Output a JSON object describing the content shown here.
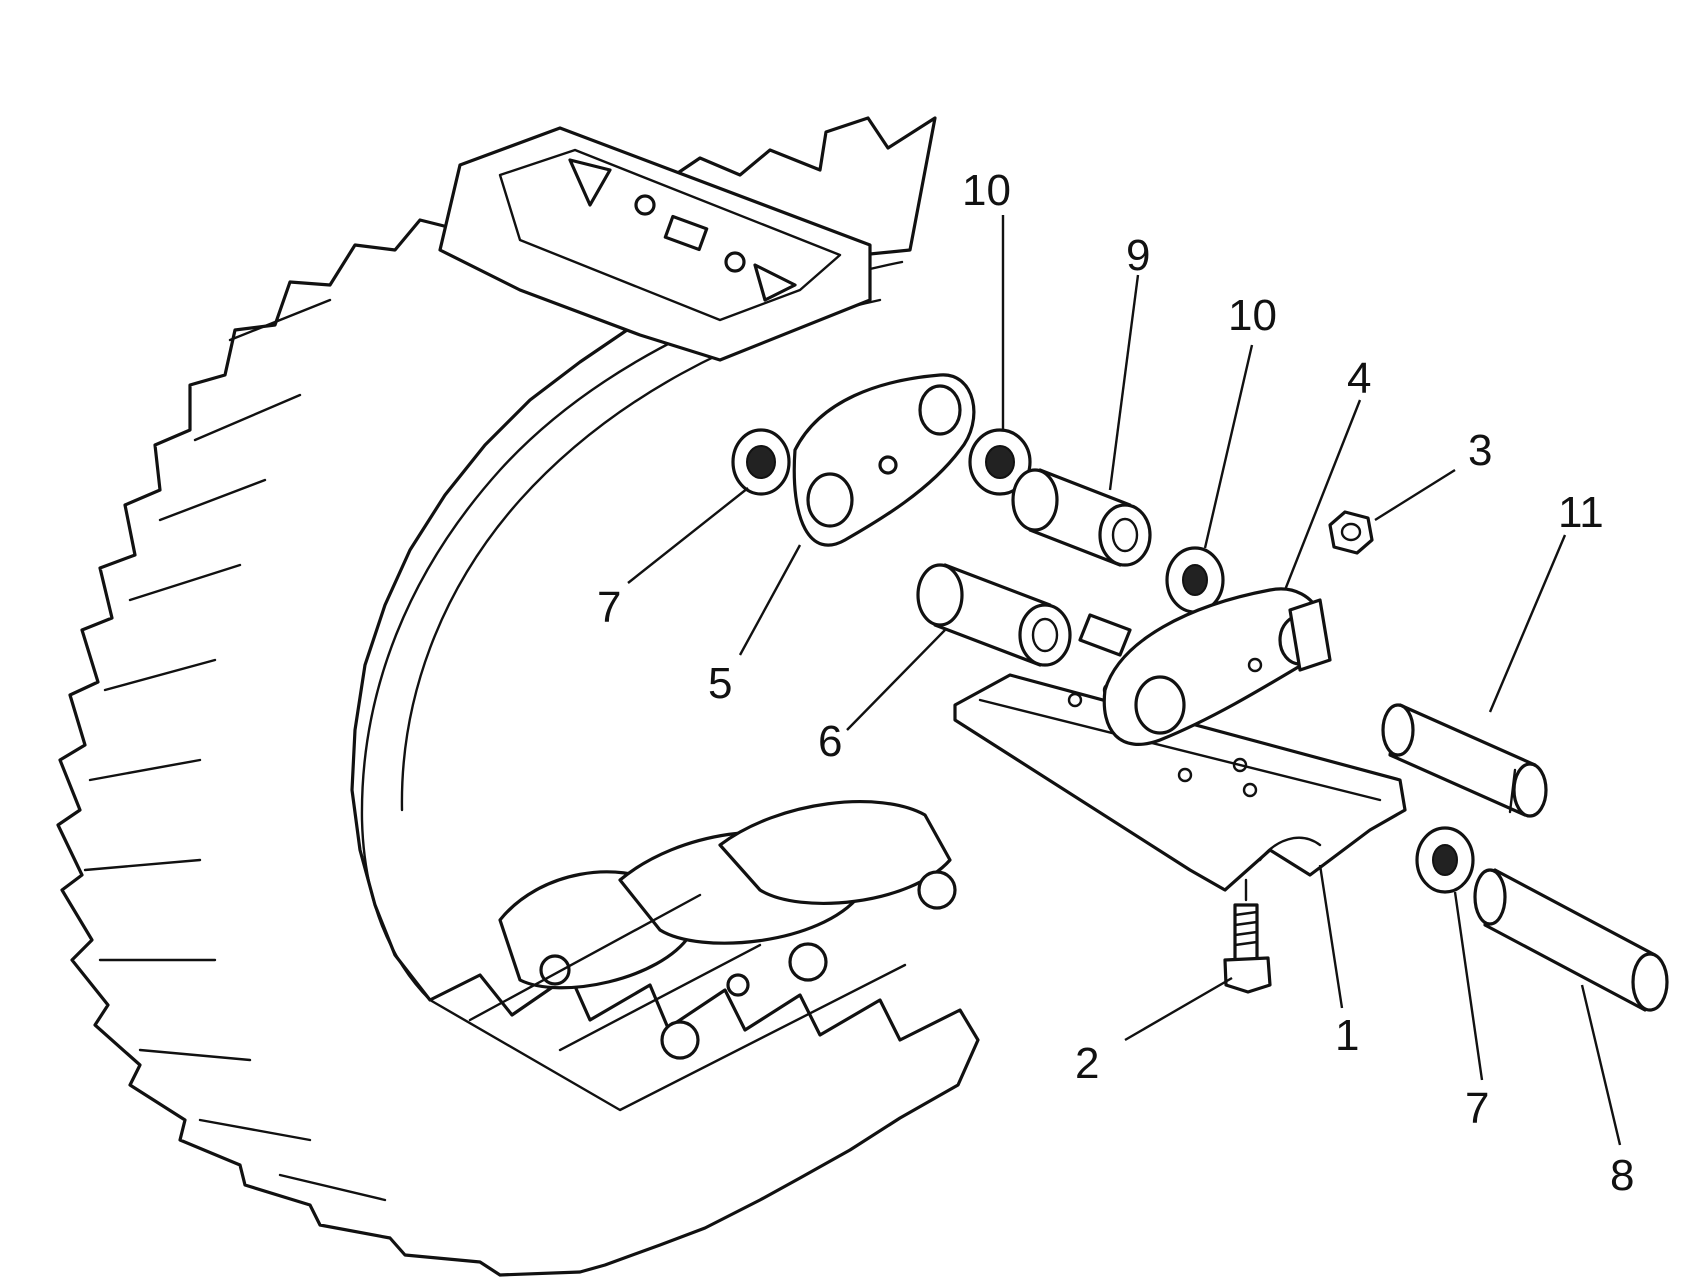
{
  "callouts": [
    {
      "id": "c10a",
      "label": "10"
    },
    {
      "id": "c9",
      "label": "9"
    },
    {
      "id": "c10b",
      "label": "10"
    },
    {
      "id": "c4",
      "label": "4"
    },
    {
      "id": "c3",
      "label": "3"
    },
    {
      "id": "c11",
      "label": "11"
    },
    {
      "id": "c7a",
      "label": "7"
    },
    {
      "id": "c5",
      "label": "5"
    },
    {
      "id": "c6",
      "label": "6"
    },
    {
      "id": "c2",
      "label": "2"
    },
    {
      "id": "c1",
      "label": "1"
    },
    {
      "id": "c7b",
      "label": "7"
    },
    {
      "id": "c8",
      "label": "8"
    }
  ]
}
